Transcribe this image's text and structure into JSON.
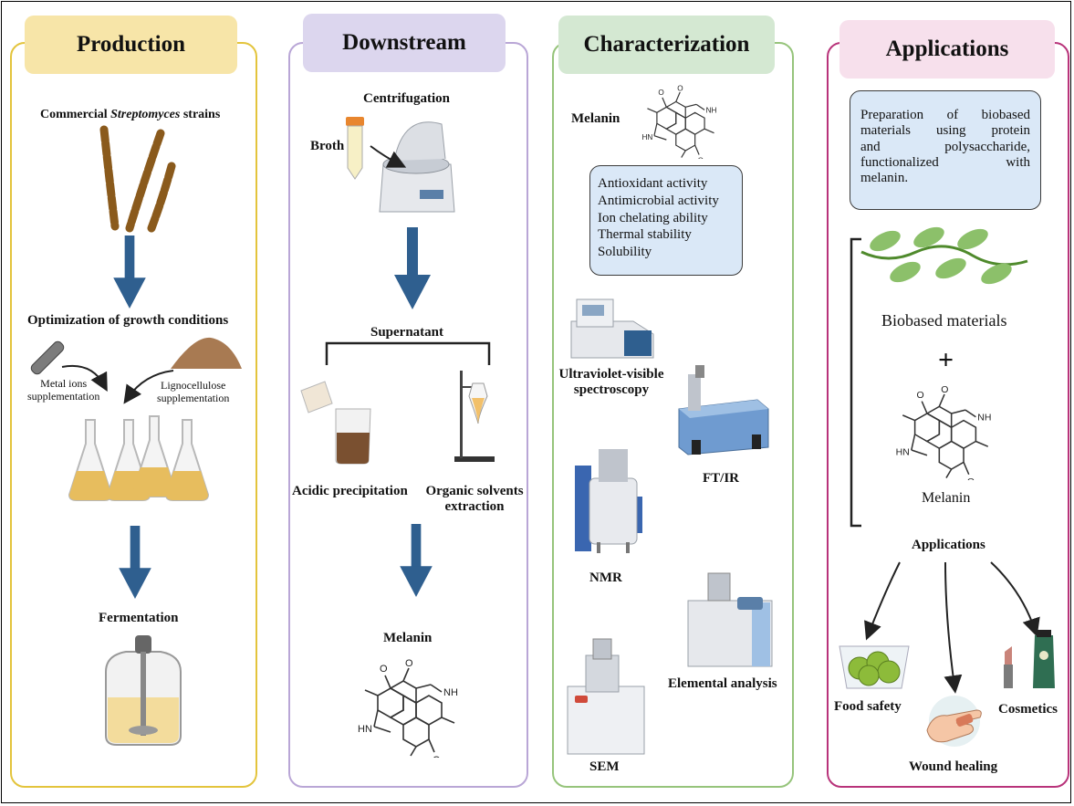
{
  "panels": {
    "production": {
      "title": "Production",
      "strains_prefix": "Commercial ",
      "strains_italic": "Streptomyces",
      "strains_suffix": " strains",
      "optimization": "Optimization of growth conditions",
      "metal_line1": "Metal ions",
      "metal_line2": "supplementation",
      "ligno_line1": "Lignocellulose",
      "ligno_line2": "supplementation",
      "fermentation": "Fermentation"
    },
    "downstream": {
      "title": "Downstream",
      "centrifugation": "Centrifugation",
      "broth": "Broth",
      "supernatant": "Supernatant",
      "acidic": "Acidic precipitation",
      "organic_line1": "Organic solvents",
      "organic_line2": "extraction",
      "melanin": "Melanin"
    },
    "characterization": {
      "title": "Characterization",
      "melanin": "Melanin",
      "properties": [
        "Antioxidant activity",
        "Antimicrobial activity",
        "Ion chelating ability",
        "Thermal stability",
        "Solubility"
      ],
      "uv_line1": "Ultraviolet-visible",
      "uv_line2": "spectroscopy",
      "ftir": "FT/IR",
      "nmr": "NMR",
      "elemental": "Elemental analysis",
      "sem": "SEM"
    },
    "applications": {
      "title": "Applications",
      "desc_lines": [
        "Preparation of biobased",
        "materials using protein",
        "and polysaccharide,",
        "functionalized with",
        "melanin."
      ],
      "biobased": "Biobased materials",
      "plus": "+",
      "melanin": "Melanin",
      "applications_label": "Applications",
      "food": "Food safety",
      "wound": "Wound healing",
      "cosmetics": "Cosmetics"
    }
  },
  "colors": {
    "production": "#e3c43c",
    "downstream": "#b9a6d6",
    "characterization": "#96c47b",
    "applications": "#b8337a",
    "arrow": "#2f5f8f",
    "info_box": "#dae8f7"
  }
}
